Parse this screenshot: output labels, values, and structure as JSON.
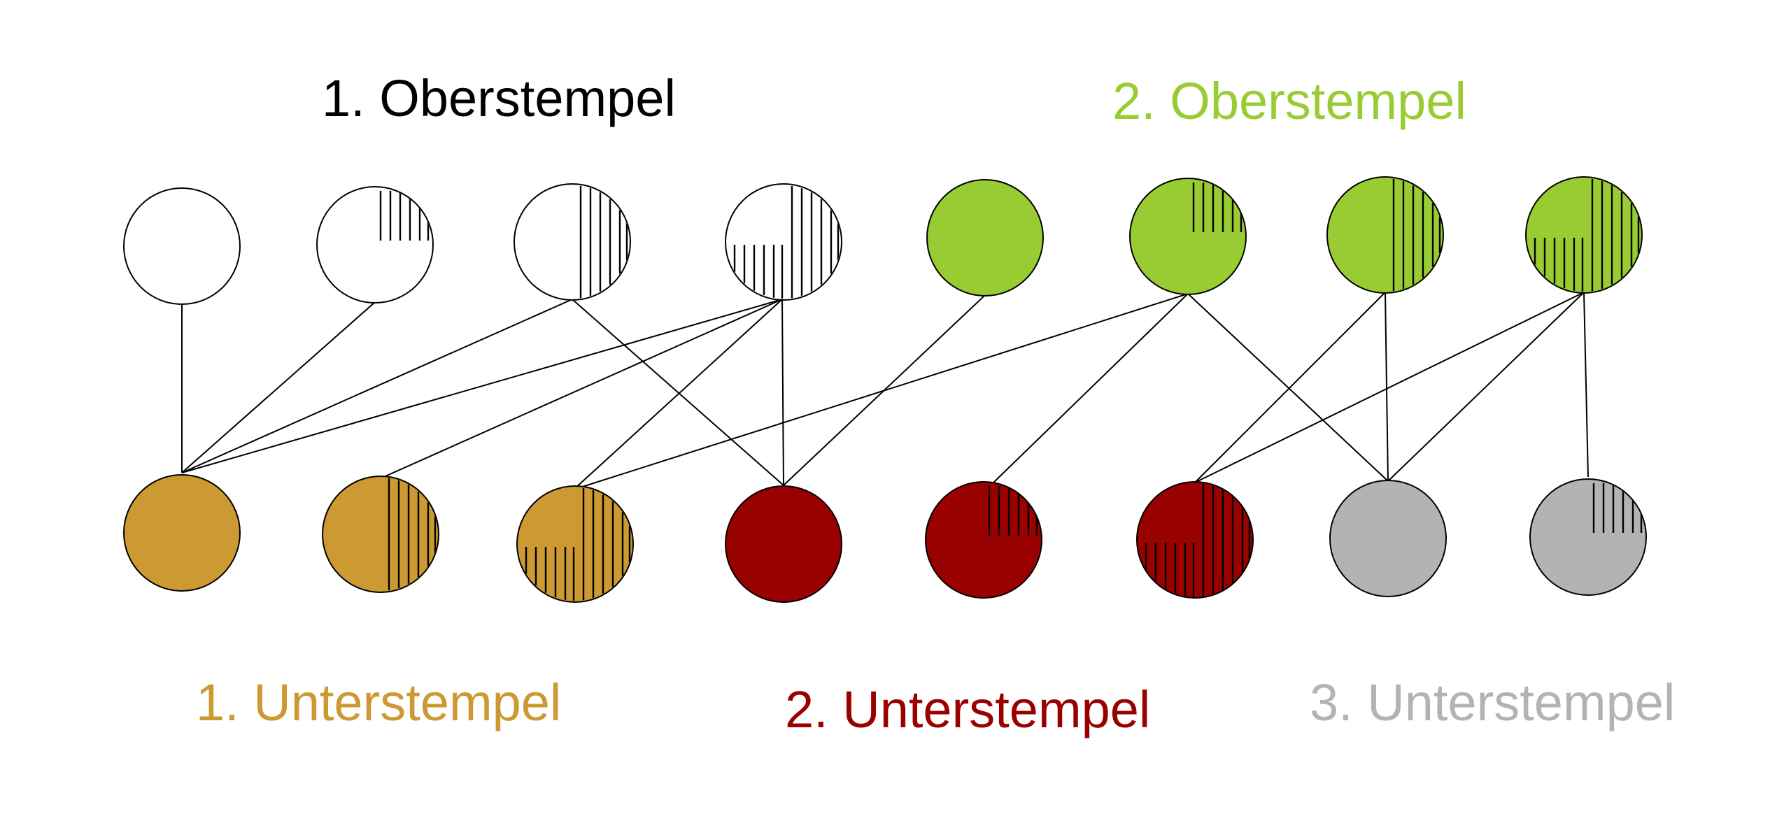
{
  "labels": {
    "obverse_1": "1. Oberstempel",
    "obverse_2": "2. Oberstempel",
    "reverse_1": "1. Unterstempel",
    "reverse_2": "2. Unterstempel",
    "reverse_3": "3. Unterstempel"
  },
  "colors": {
    "obverse_1": "#000000",
    "obverse_2": "#99cc33",
    "reverse_1": "#cc9933",
    "reverse_2": "#990000",
    "reverse_3": "#b3b3b3",
    "obverse_1_fill": "#ffffff",
    "stroke": "#000000"
  },
  "top_dies": [
    {
      "die": "obverse_1",
      "wear": 0
    },
    {
      "die": "obverse_1",
      "wear": 1
    },
    {
      "die": "obverse_1",
      "wear": 2
    },
    {
      "die": "obverse_1",
      "wear": 3
    },
    {
      "die": "obverse_2",
      "wear": 0
    },
    {
      "die": "obverse_2",
      "wear": 1
    },
    {
      "die": "obverse_2",
      "wear": 2
    },
    {
      "die": "obverse_2",
      "wear": 3
    }
  ],
  "bottom_dies": [
    {
      "die": "reverse_1",
      "wear": 0
    },
    {
      "die": "reverse_1",
      "wear": 2
    },
    {
      "die": "reverse_1",
      "wear": 3
    },
    {
      "die": "reverse_2",
      "wear": 0
    },
    {
      "die": "reverse_2",
      "wear": 1
    },
    {
      "die": "reverse_2",
      "wear": 3
    },
    {
      "die": "reverse_3",
      "wear": 0
    },
    {
      "die": "reverse_3",
      "wear": 1
    }
  ],
  "links": [
    [
      0,
      0
    ],
    [
      1,
      0
    ],
    [
      2,
      0
    ],
    [
      2,
      3
    ],
    [
      3,
      0
    ],
    [
      3,
      1
    ],
    [
      3,
      2
    ],
    [
      3,
      3
    ],
    [
      4,
      3
    ],
    [
      5,
      2
    ],
    [
      5,
      4
    ],
    [
      5,
      6
    ],
    [
      6,
      5
    ],
    [
      6,
      6
    ],
    [
      7,
      5
    ],
    [
      7,
      6
    ],
    [
      7,
      7
    ]
  ]
}
